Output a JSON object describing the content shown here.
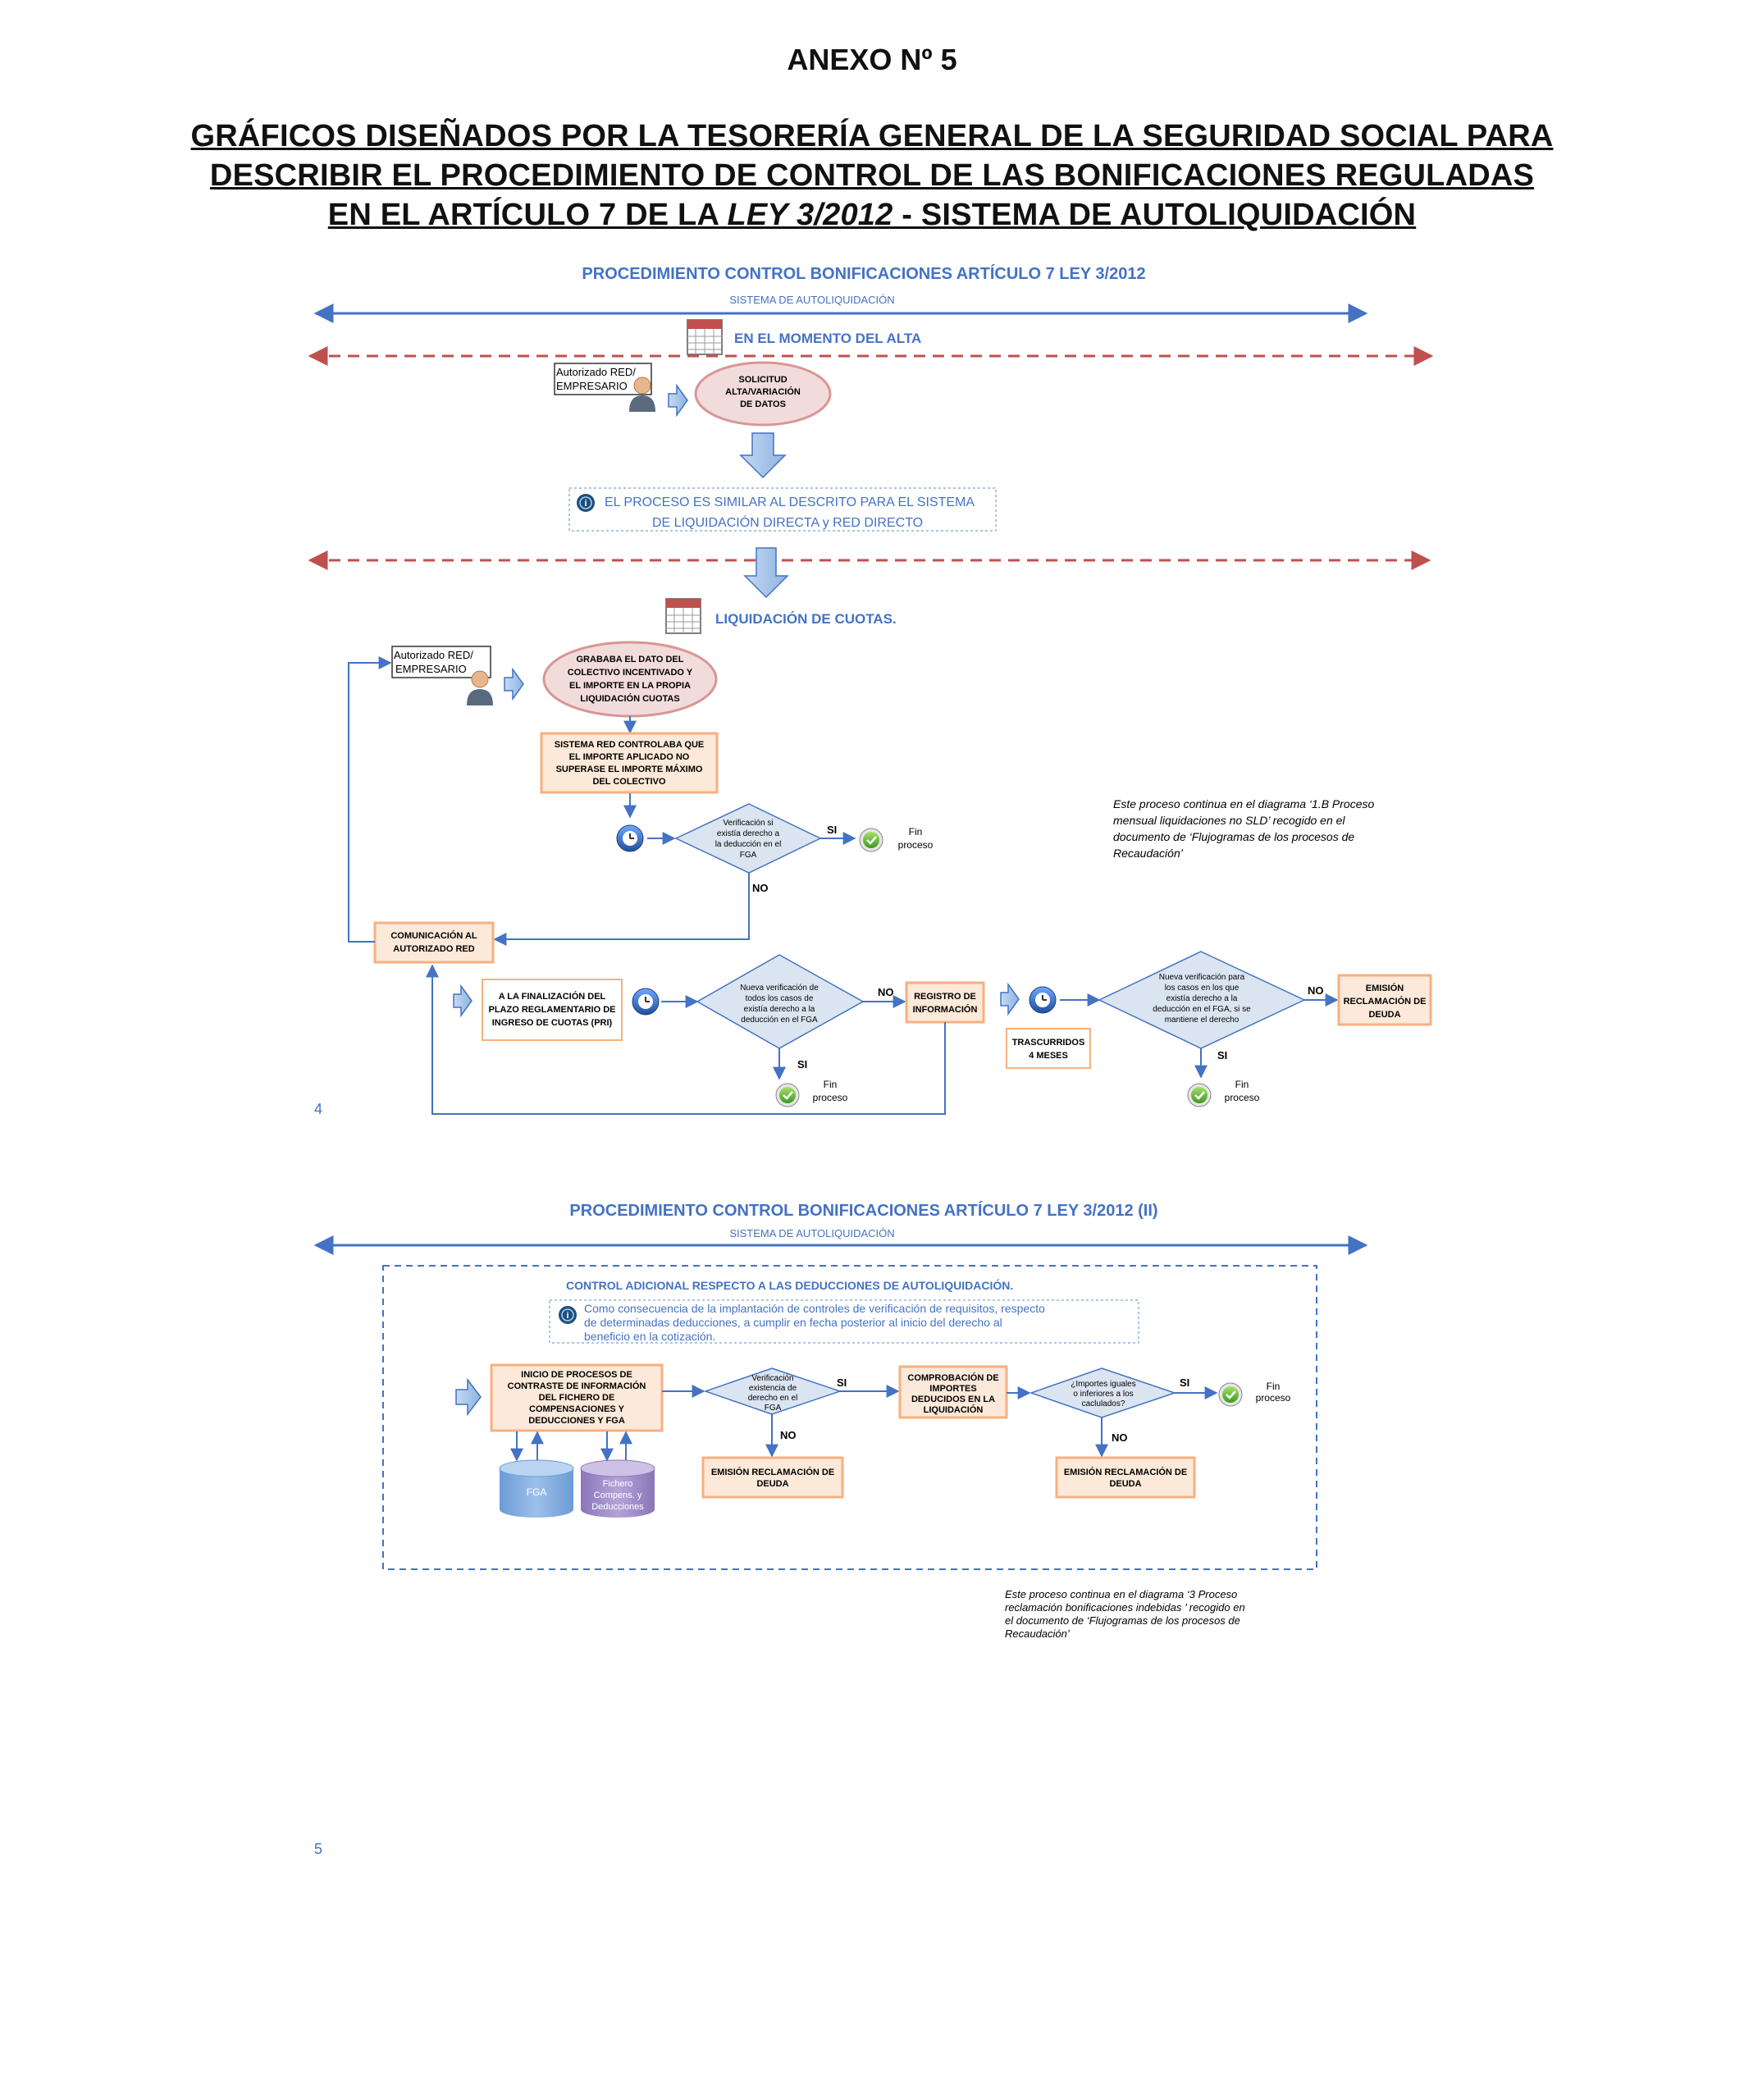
{
  "page": {
    "anexo": "ANEXO Nº 5",
    "title_l1": "GRÁFICOS DISEÑADOS POR LA TESORERÍA GENERAL DE LA SEGURIDAD SOCIAL PARA",
    "title_l2": "DESCRIBIR EL PROCEDIMIENTO DE CONTROL DE LAS BONIFICACIONES REGULADAS",
    "title_l3_pre": "EN EL ARTÍCULO 7 DE LA ",
    "title_l3_law": "LEY 3/2012",
    "title_l3_post": " - SISTEMA DE AUTOLIQUIDACIÓN",
    "page_num_1": "4",
    "page_num_2": "5"
  },
  "colors": {
    "blue": "#4472c4",
    "red_dash": "#c0504d",
    "orange_fill": "#fde9d9",
    "orange_border": "#f7b080",
    "pink_fill": "#f2dcdb",
    "pink_border": "#d99694",
    "diamond_fill": "#dbe5f1",
    "cyl_blue": "#8db3e2",
    "cyl_purple": "#a391c5"
  },
  "d1": {
    "title": "PROCEDIMIENTO  CONTROL BONIFICACIONES ARTÍCULO 7 LEY 3/2012",
    "subtitle": "SISTEMA DE AUTOLIQUIDACIÓN",
    "alta_label": "EN EL MOMENTO DEL ALTA",
    "actor_1": [
      "Autorizado  RED/",
      "EMPRESARIO"
    ],
    "solicitud": [
      "SOLICITUD",
      "ALTA/VARIACIÓN",
      "DE DATOS"
    ],
    "info_note": [
      "EL PROCESO ES SIMILAR AL DESCRITO PARA EL SISTEMA",
      "DE LIQUIDACIÓN DIRECTA y RED DIRECTO"
    ],
    "liquidacion_label": "LIQUIDACIÓN DE CUOTAS.",
    "actor_2": [
      "Autorizado  RED/",
      "EMPRESARIO"
    ],
    "grababa": [
      "GRABABA EL DATO DEL",
      "COLECTIVO INCENTIVADO  Y",
      "EL IMPORTE EN LA PROPIA",
      "LIQUIDACIÓN CUOTAS"
    ],
    "sistema_red": [
      "SISTEMA RED  CONTROLABA QUE",
      "EL IMPORTE APLICADO NO",
      "SUPERASE EL IMPORTE MÁXIMO",
      "DEL COLECTIVO"
    ],
    "verif_1": [
      "Verificación si",
      "existía derecho a",
      "la deducción en el",
      "FGA"
    ],
    "si_1": "SI",
    "no_1": "NO",
    "fin_1": [
      "Fin",
      "proceso"
    ],
    "note_right": [
      "Este proceso continua en el diagrama ‘1.B Proceso",
      "mensual  liquidaciones  no  SLD’  recogido  en  el",
      "documento  de  ‘Flujogramas  de  los  procesos  de",
      "Recaudación’"
    ],
    "comunicacion": [
      "COMUNICACIÓN AL",
      "AUTORIZADO RED"
    ],
    "finalizacion": [
      "A LA FINALIZACIÓN DEL",
      "PLAZO REGLAMENTARIO DE",
      "INGRESO DE CUOTAS (PRI)"
    ],
    "verif_2": [
      "Nueva verificación de",
      "todos los casos de",
      "existía derecho a la",
      "deducción en el FGA"
    ],
    "no_2": "NO",
    "si_2": "SI",
    "fin_2": [
      "Fin",
      "proceso"
    ],
    "registro": [
      "REGISTRO DE",
      "INFORMACIÓN"
    ],
    "trascurridos": [
      "TRASCURRIDOS",
      "4 MESES"
    ],
    "verif_3": [
      "Nueva verificación para",
      "los casos en los que",
      "existía derecho a la",
      "deducción en el FGA, si se",
      "mantiene el derecho"
    ],
    "no_3": "NO",
    "si_3": "SI",
    "fin_3": [
      "Fin",
      "proceso"
    ],
    "emision": [
      "EMISIÓN",
      "RECLAMACIÓN DE",
      "DEUDA"
    ]
  },
  "d2": {
    "title": "PROCEDIMIENTO  CONTROL BONIFICACIONES ARTÍCULO 7 LEY 3/2012 (II)",
    "subtitle": "SISTEMA DE AUTOLIQUIDACIÓN",
    "control_label": "CONTROL ADICIONAL RESPECTO A LAS DEDUCCIONES DE AUTOLIQUIDACIÓN.",
    "info_note": [
      "Como consecuencia de la implantación de controles de verificación de requisitos, respecto",
      "de   determinadas   deducciones,   a   cumplir   en   fecha   posterior   al   inicio   del   derecho   al",
      "beneficio en la cotización."
    ],
    "inicio": [
      "INICIO DE PROCESOS DE",
      "CONTRASTE DE INFORMACIÓN",
      "DEL  FICHERO DE",
      "COMPENSACIONES Y",
      "DEDUCCIONES  Y FGA"
    ],
    "verif_a": [
      "Verificación",
      "existencia de",
      "derecho en el",
      "FGA"
    ],
    "si_a": "SI",
    "no_a": "NO",
    "comprobacion": [
      "COMPROBACIÓN DE",
      "IMPORTES",
      "DEDUCIDOS EN LA",
      "LIQUIDACIÓN"
    ],
    "verif_b": [
      "¿Importes iguales",
      "o inferiores a los",
      "caclulados?"
    ],
    "si_b": "SI",
    "no_b": "NO",
    "fin": [
      "Fin",
      "proceso"
    ],
    "emision_a": [
      "EMISIÓN RECLAMACIÓN DE",
      "DEUDA"
    ],
    "emision_b": [
      "EMISIÓN RECLAMACIÓN DE",
      "DEUDA"
    ],
    "cyl_fga": "FGA",
    "cyl_fichero": [
      "Fichero",
      "Compens. y",
      "Deducciones"
    ],
    "note_bottom": [
      "Este  proceso  continua  en  el  diagrama  ‘3  Proceso",
      "reclamación bonificaciones indebidas ’ recogido en",
      "el  documento  de  ‘Flujogramas  de  los  procesos  de",
      "Recaudación’"
    ]
  }
}
